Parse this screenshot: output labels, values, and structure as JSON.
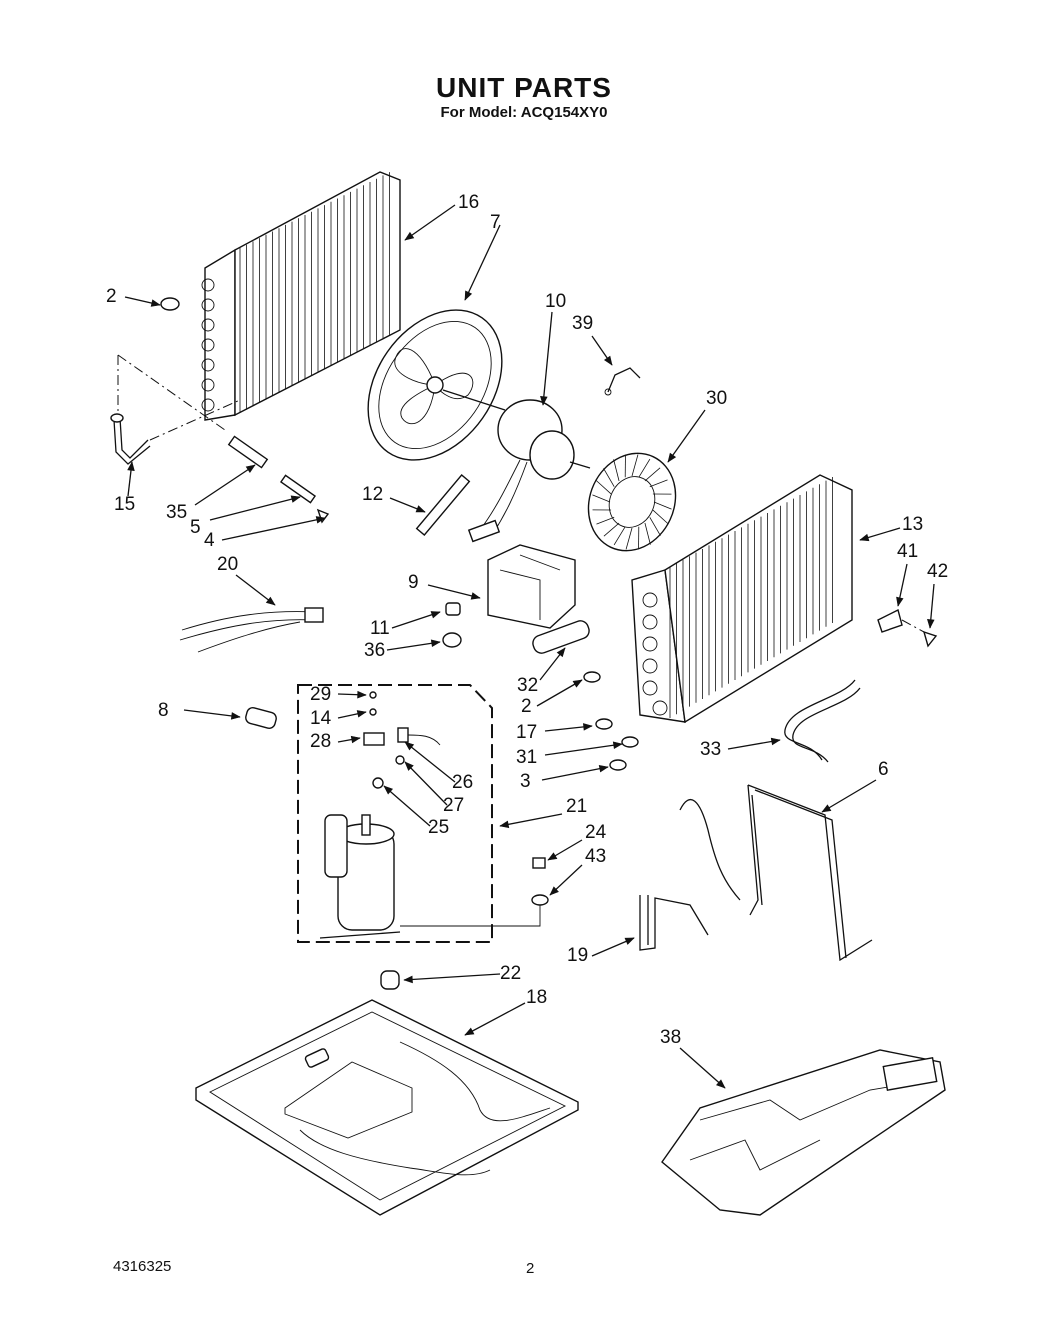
{
  "header": {
    "title": "UNIT PARTS",
    "subtitle": "For Model: ACQ154XY0"
  },
  "footer": {
    "doc_number": "4316325",
    "page_number": "2"
  },
  "callouts": {
    "c2a": "2",
    "c16": "16",
    "c7": "7",
    "c10": "10",
    "c39": "39",
    "c30": "30",
    "c15": "15",
    "c35": "35",
    "c5": "5",
    "c4": "4",
    "c12": "12",
    "c13": "13",
    "c41": "41",
    "c42": "42",
    "c20": "20",
    "c9": "9",
    "c11": "11",
    "c36": "36",
    "c32": "32",
    "c2b": "2",
    "c8": "8",
    "c29": "29",
    "c14": "14",
    "c28": "28",
    "c26": "26",
    "c27": "27",
    "c25": "25",
    "c17": "17",
    "c31": "31",
    "c3": "3",
    "c33": "33",
    "c6": "6",
    "c21": "21",
    "c24": "24",
    "c43": "43",
    "c19": "19",
    "c22": "22",
    "c18": "18",
    "c38": "38"
  }
}
